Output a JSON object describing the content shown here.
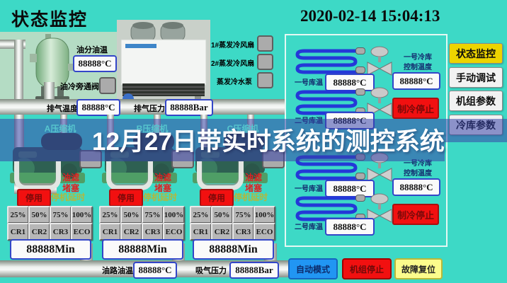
{
  "header": {
    "title": "状态监控",
    "datetime": "2020-02-14 15:04:13"
  },
  "banner": {
    "text": "12月27日带实时系统的测控系统"
  },
  "equipment": {
    "oil_sep_temp_label": "油分油温",
    "oil_sep_temp_value": "88888°C",
    "oil_bypass_label": "油冷旁通阀",
    "discharge_temp_label": "排气温度",
    "discharge_temp_value": "88888°C",
    "discharge_pres_label": "排气压力",
    "discharge_pres_value": "88888Bar",
    "oil_temp_label": "油路油温",
    "oil_temp_value": "88888°C",
    "suction_pres_label": "吸气压力",
    "suction_pres_value": "88888Bar",
    "fans": [
      {
        "label": "1#蒸发冷风扇"
      },
      {
        "label": "2#蒸发冷风扇"
      },
      {
        "label": "蒸发冷水泵"
      }
    ]
  },
  "compressors": [
    {
      "name": "A压缩机",
      "filter_l1": "油滤",
      "filter_l2": "堵塞",
      "stop": "停用",
      "delay": "停机延时",
      "loads": [
        "25%",
        "50%",
        "75%",
        "100%"
      ],
      "stages": [
        "CR1",
        "CR2",
        "CR3",
        "ECO"
      ],
      "runtime": "88888Min"
    },
    {
      "name": "B压缩机",
      "filter_l1": "油滤",
      "filter_l2": "堵塞",
      "stop": "停用",
      "delay": "停机延时",
      "loads": [
        "25%",
        "50%",
        "75%",
        "100%"
      ],
      "stages": [
        "CR1",
        "CR2",
        "CR3",
        "ECO"
      ],
      "runtime": "88888Min"
    },
    {
      "name": "C压缩机",
      "filter_l1": "油滤",
      "filter_l2": "堵塞",
      "stop": "停用",
      "delay": "停机延时",
      "loads": [
        "25%",
        "50%",
        "75%",
        "100%"
      ],
      "stages": [
        "CR1",
        "CR2",
        "CR3",
        "ECO"
      ],
      "runtime": "88888Min"
    }
  ],
  "cold_panel": {
    "groups": [
      {
        "ctrl_l1": "一号冷库",
        "ctrl_l2": "控制温度",
        "ctrl_value": "88888°C",
        "room1_label": "一号库温",
        "room1_value": "88888°C",
        "cool_stop": "制冷停止",
        "room2_label": "二号库温",
        "room2_value": "88888°C"
      },
      {
        "ctrl_l1": "一号冷库",
        "ctrl_l2": "控制温度",
        "ctrl_value": "88888°C",
        "room1_label": "一号库温",
        "room1_value": "88888°C",
        "cool_stop": "制冷停止",
        "room2_label": "二号库温",
        "room2_value": "88888°C"
      }
    ]
  },
  "menu": [
    {
      "label": "状态监控"
    },
    {
      "label": "手动调试"
    },
    {
      "label": "机组参数"
    },
    {
      "label": "冷库参数"
    }
  ],
  "footer": [
    {
      "label": "自动模式"
    },
    {
      "label": "机组停止"
    },
    {
      "label": "故障复位"
    }
  ],
  "colors": {
    "background": "#3DD9C6",
    "panel_green": "#B4DCC4",
    "overlay_blue": "rgba(56,68,168,0.55)",
    "alarm_red": "#F21010",
    "active_yellow": "#EDD400",
    "auto_blue": "#2196F3",
    "fault_yellow": "#FCFC8C"
  }
}
